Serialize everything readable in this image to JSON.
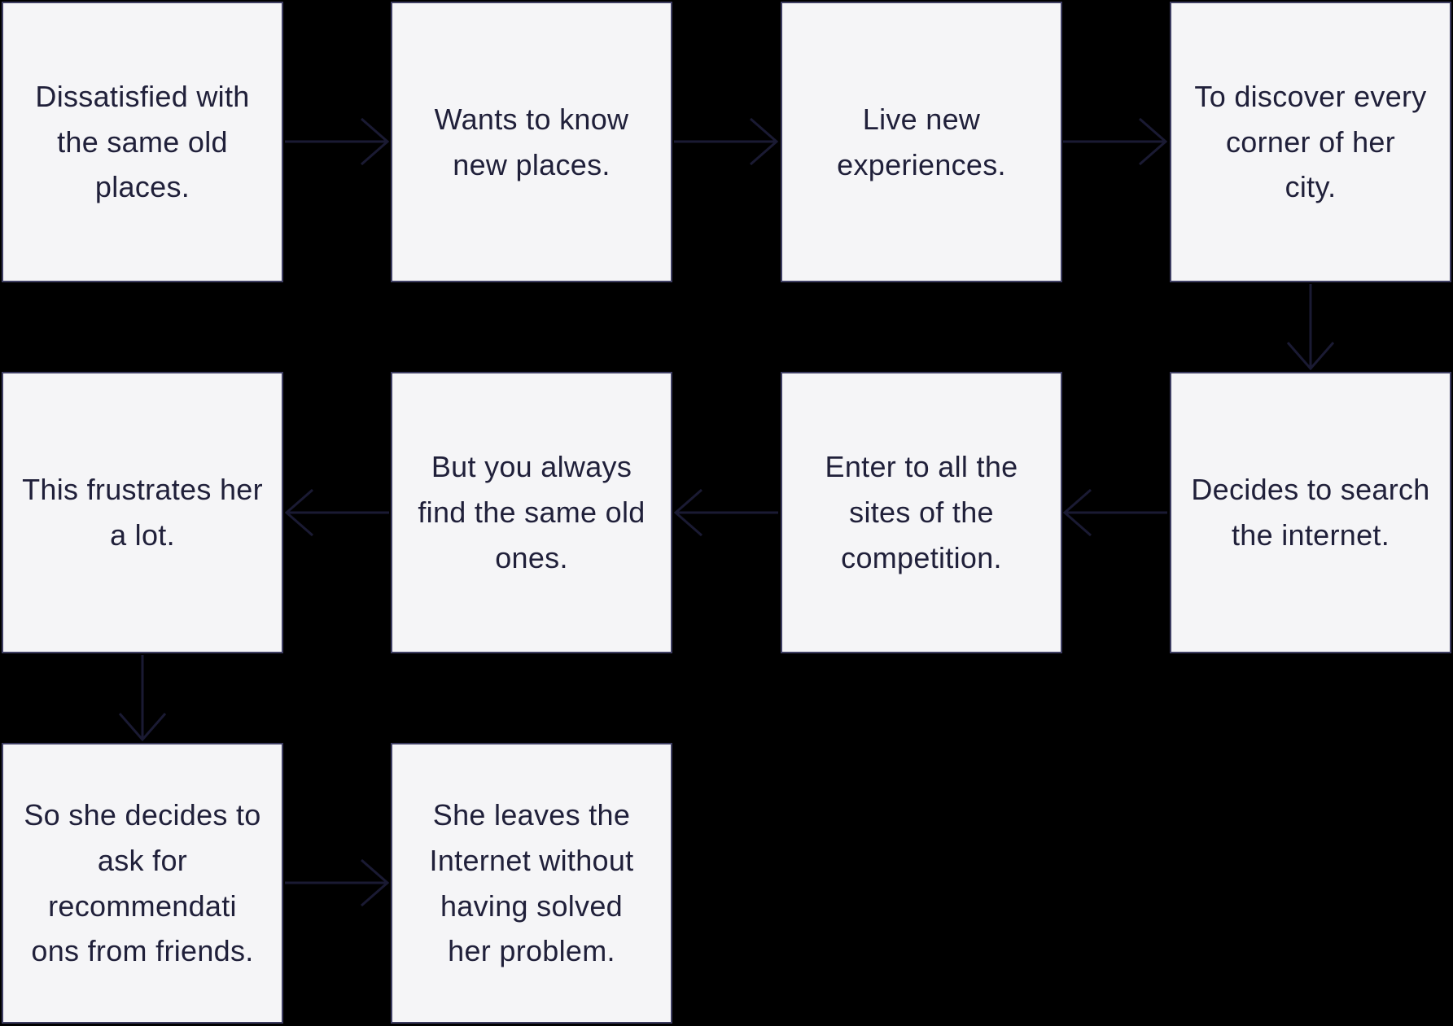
{
  "canvas": {
    "background": "#000000"
  },
  "palette": {
    "box_fill": "#f5f5f7",
    "box_border": "#3e3e62",
    "text_color": "#20203a",
    "arrow_color": "#1a1a33"
  },
  "flowchart": {
    "nodes": [
      {
        "id": "node-1",
        "row": 1,
        "col": 1,
        "text": "Dissatisfied with\nthe same old\nplaces."
      },
      {
        "id": "node-2",
        "row": 1,
        "col": 2,
        "text": "Wants to know\nnew places."
      },
      {
        "id": "node-3",
        "row": 1,
        "col": 3,
        "text": "Live new\nexperiences."
      },
      {
        "id": "node-4",
        "row": 1,
        "col": 4,
        "text": "To discover every\ncorner of her\ncity."
      },
      {
        "id": "node-5",
        "row": 2,
        "col": 4,
        "text": "Decides to search\nthe internet."
      },
      {
        "id": "node-6",
        "row": 2,
        "col": 3,
        "text": "Enter to all the\nsites of the\ncompetition."
      },
      {
        "id": "node-7",
        "row": 2,
        "col": 2,
        "text": "But you always\nfind the same old\nones."
      },
      {
        "id": "node-8",
        "row": 2,
        "col": 1,
        "text": "This frustrates her\na lot."
      },
      {
        "id": "node-9",
        "row": 3,
        "col": 1,
        "text": "So she decides to\nask for\nrecommendati\nons from friends."
      },
      {
        "id": "node-10",
        "row": 3,
        "col": 2,
        "text": "She leaves the\nInternet without\nhaving solved\nher problem."
      }
    ],
    "edges": [
      {
        "from": "node-1",
        "to": "node-2",
        "direction": "right"
      },
      {
        "from": "node-2",
        "to": "node-3",
        "direction": "right"
      },
      {
        "from": "node-3",
        "to": "node-4",
        "direction": "right"
      },
      {
        "from": "node-4",
        "to": "node-5",
        "direction": "down"
      },
      {
        "from": "node-5",
        "to": "node-6",
        "direction": "left"
      },
      {
        "from": "node-6",
        "to": "node-7",
        "direction": "left"
      },
      {
        "from": "node-7",
        "to": "node-8",
        "direction": "left"
      },
      {
        "from": "node-8",
        "to": "node-9",
        "direction": "down"
      },
      {
        "from": "node-9",
        "to": "node-10",
        "direction": "right"
      }
    ]
  }
}
